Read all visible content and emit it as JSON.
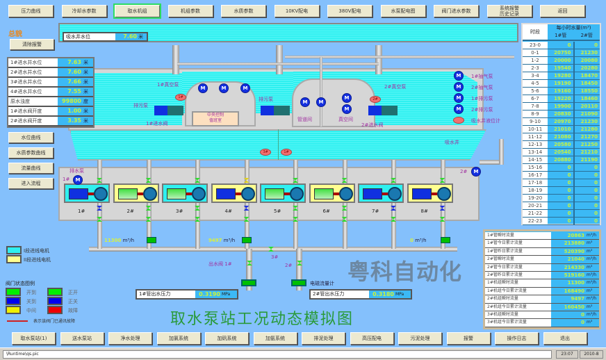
{
  "top_nav": [
    {
      "label": "压力曲线"
    },
    {
      "label": "冷却水参数"
    },
    {
      "label": "取水机组",
      "selected": true
    },
    {
      "label": "机组参数"
    },
    {
      "label": "水质参数"
    },
    {
      "label": "10KV配电"
    },
    {
      "label": "380V配电"
    },
    {
      "label": "水泵配电图"
    },
    {
      "label": "阀门进水参数"
    },
    {
      "label": "系统报警\n历史记录"
    },
    {
      "label": "返回"
    }
  ],
  "overview_label": "总貌",
  "clear_alarm": "清除报警",
  "suction_level": {
    "label": "吸水井水位",
    "value": "7.60",
    "unit": "米"
  },
  "left_params": [
    {
      "label": "1#进水井水位",
      "value": "7.63",
      "unit": "米"
    },
    {
      "label": "2#进水井水位",
      "value": "7.60",
      "unit": "米"
    },
    {
      "label": "3#进水井水位",
      "value": "7.66",
      "unit": "米"
    },
    {
      "label": "4#进水井水位",
      "value": "7.55",
      "unit": "米"
    },
    {
      "label": "原水浊度",
      "value": "99800",
      "unit": "度"
    },
    {
      "label": "1#进水阀开度",
      "value": "1.00",
      "unit": "米"
    },
    {
      "label": "2#进水阀开度",
      "value": "3.35",
      "unit": "米"
    }
  ],
  "left_buttons": [
    "水位曲线",
    "水质参数曲线",
    "流量曲线",
    "进入流程"
  ],
  "plant_labels": {
    "vacuum_left": "1#真空泵",
    "vacuum_right": "2#真空泵",
    "inlet_left": "1#进水阀",
    "inlet_right": "2#进水阀",
    "sewage_left": "排污泵",
    "sewage_right": "排污泵",
    "control_room": "中央控制\n值班室",
    "pipe_gallery": "管道间",
    "vacuum_room": "真空间",
    "suction_well": "吸水井",
    "drain_pump": "排水泵",
    "p1": "1#",
    "p2": "2#",
    "p3": "3#"
  },
  "right_legend": [
    {
      "label": "1#抽气泵",
      "kind": "motor"
    },
    {
      "label": "2#抽气泵",
      "kind": "motor"
    },
    {
      "label": "1#排污泵",
      "kind": "motor"
    },
    {
      "label": "2#排污泵",
      "kind": "motor"
    },
    {
      "label": "吸水井液位计",
      "kind": "sensor"
    }
  ],
  "pumps": [
    {
      "label": "1#",
      "bus": "I",
      "running": false
    },
    {
      "label": "2#",
      "bus": "II",
      "running": true
    },
    {
      "label": "3#",
      "bus": "I",
      "running": true
    },
    {
      "label": "4#",
      "bus": "II",
      "running": false
    },
    {
      "label": "5#",
      "bus": "I",
      "running": true
    },
    {
      "label": "6#",
      "bus": "II",
      "running": true
    },
    {
      "label": "7#",
      "bus": "I",
      "running": false
    },
    {
      "label": "8#",
      "bus": "II",
      "running": false
    }
  ],
  "flows": [
    {
      "value": "11300",
      "unit": "m³/h"
    },
    {
      "value": "9497",
      "unit": "m³/h"
    },
    {
      "value": "0",
      "unit": "m³/h"
    }
  ],
  "outlet": {
    "valve_label": "出水阀",
    "v1": "1#",
    "v2": "2#",
    "v3": "3#",
    "meter": "电磁流量计"
  },
  "pressures": [
    {
      "label": "1#管出水压力",
      "value": "0.3190",
      "unit": "MPa"
    },
    {
      "label": "2#管出水压力",
      "value": "0.3180",
      "unit": "MPa"
    }
  ],
  "bus_legend": [
    {
      "label": "I段进线电机",
      "color": "#2ef0f0"
    },
    {
      "label": "II段进线电机",
      "color": "#ffff90"
    }
  ],
  "valve_legend_title": "阀门状态图例",
  "valve_legend": [
    {
      "label": "开到",
      "color": "#00f000"
    },
    {
      "label": "正开",
      "color": "#00f000"
    },
    {
      "label": "关到",
      "color": "#0000f0"
    },
    {
      "label": "正关",
      "color": "#0000f0"
    },
    {
      "label": "中间",
      "color": "#f0f000"
    },
    {
      "label": "故障",
      "color": "#f00000"
    }
  ],
  "comm_fault_note": "表示该阀门已通讯故障",
  "title": "取水泵站工况动态模拟图",
  "hourly": {
    "col_time": "时段",
    "col_group": "每小时水量(m³)",
    "col_a": "1#管",
    "col_b": "2#管",
    "rows": [
      [
        "23-0",
        "0",
        "0"
      ],
      [
        "0-1",
        "20750",
        "21230"
      ],
      [
        "1-2",
        "20000",
        "20080"
      ],
      [
        "2-3",
        "19540",
        "20280"
      ],
      [
        "3-4",
        "19280",
        "18470"
      ],
      [
        "4-5",
        "19190",
        "18450"
      ],
      [
        "5-6",
        "19160",
        "18550"
      ],
      [
        "6-7",
        "19220",
        "18460"
      ],
      [
        "7-8",
        "19900",
        "20110"
      ],
      [
        "8-9",
        "20830",
        "21090"
      ],
      [
        "9-10",
        "20970",
        "21230"
      ],
      [
        "10-11",
        "21010",
        "21280"
      ],
      [
        "11-12",
        "21080",
        "21270"
      ],
      [
        "12-13",
        "20580",
        "21250"
      ],
      [
        "13-14",
        "20540",
        "21210"
      ],
      [
        "14-15",
        "20880",
        "21190"
      ],
      [
        "15-16",
        "0",
        "0"
      ],
      [
        "16-17",
        "0",
        "0"
      ],
      [
        "17-18",
        "0",
        "0"
      ],
      [
        "18-19",
        "0",
        "0"
      ],
      [
        "19-20",
        "0",
        "0"
      ],
      [
        "20-21",
        "0",
        "0"
      ],
      [
        "21-22",
        "0",
        "0"
      ],
      [
        "22-23",
        "0",
        "0"
      ]
    ]
  },
  "totals": [
    {
      "label": "1#管瞬时流量",
      "value": "20863",
      "unit": "m³/h"
    },
    {
      "label": "1#管今日累计流量",
      "value": "213880",
      "unit": "m³"
    },
    {
      "label": "1#管昨日累计流量",
      "value": "520390",
      "unit": "m³"
    },
    {
      "label": "2#管瞬时流量",
      "value": "21040",
      "unit": "m³/h"
    },
    {
      "label": "2#管今日累计流量",
      "value": "214330",
      "unit": "m³"
    },
    {
      "label": "2#管昨日累计流量",
      "value": "519160",
      "unit": "m³/h"
    },
    {
      "label": "1#机组瞬时流量",
      "value": "11300",
      "unit": "m³/h"
    },
    {
      "label": "1#机组今日累计流量",
      "value": "168490",
      "unit": "m³"
    },
    {
      "label": "2#机组瞬时流量",
      "value": "9497",
      "unit": "m³/h"
    },
    {
      "label": "2#机组今日累计流量",
      "value": "160450",
      "unit": "m³"
    },
    {
      "label": "3#机组瞬时流量",
      "value": "0",
      "unit": "m³/h"
    },
    {
      "label": "3#机组今日累计流量",
      "value": "0",
      "unit": "m³"
    }
  ],
  "bottom_nav": [
    "取水泵站(1)",
    "送水泵站",
    "净水处理",
    "加氯系统",
    "加矾系统",
    "加氨系统",
    "排泥处理",
    "高压配电",
    "污泥处理",
    "报警",
    "操作日志",
    "退出"
  ],
  "status_bar": {
    "path": "\\Runtime\\qs.pic",
    "time": "23:07",
    "date": "2010-8"
  },
  "watermark": "粤科自动化"
}
